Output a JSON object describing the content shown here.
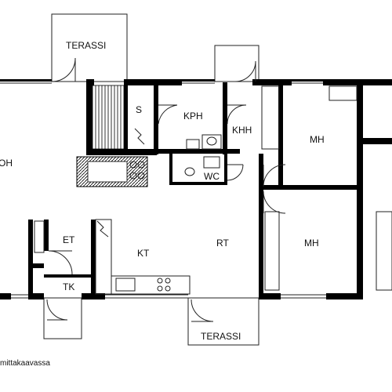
{
  "rooms": {
    "terassi_top": "TERASSI",
    "s": "S",
    "kph": "KPH",
    "khh": "KHH",
    "mh_top": "MH",
    "oh": "OH",
    "wc": "WC",
    "et": "ET",
    "kt": "KT",
    "rt": "RT",
    "mh_bottom": "MH",
    "tk": "TK",
    "terassi_bottom": "TERASSI"
  },
  "footer": {
    "note": "mittakaavassa"
  },
  "colors": {
    "wall": "#000000",
    "line": "#222222",
    "hatch": "#000000"
  }
}
